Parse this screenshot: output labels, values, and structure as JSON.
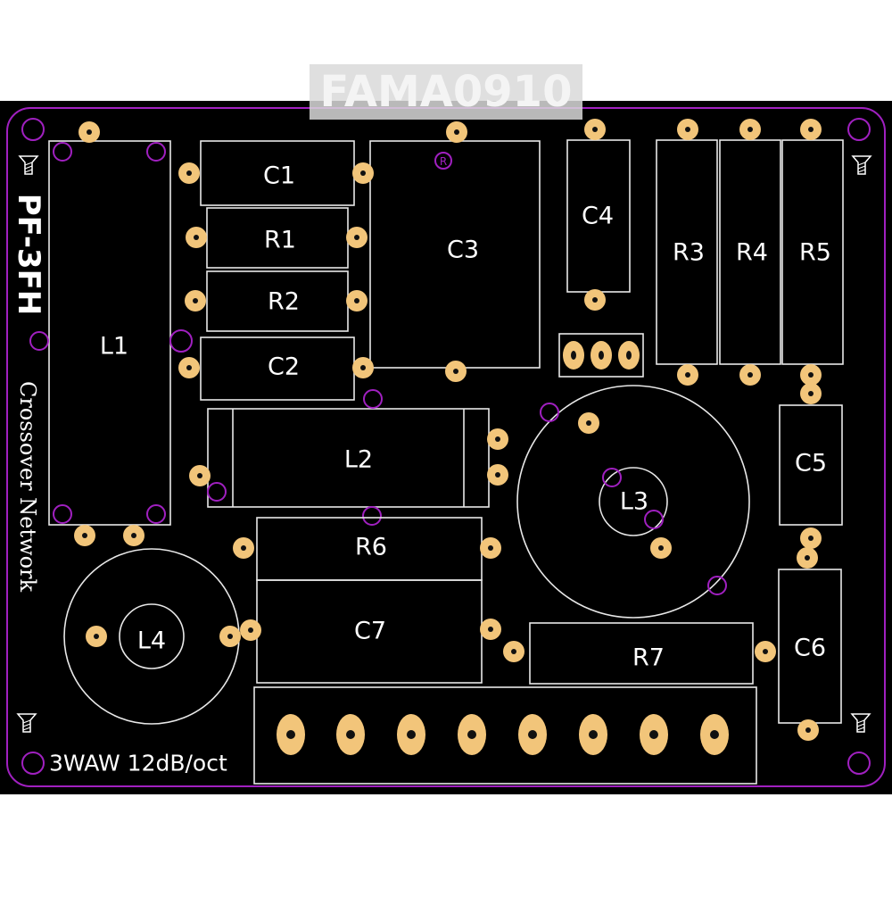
{
  "watermark": "FAMA0910",
  "board": {
    "title": "PF-3FH",
    "subtitle": "Crossover Network",
    "footer": "3WAW 12dB/oct"
  },
  "components": {
    "C1": "C1",
    "R1": "R1",
    "R2": "R2",
    "C2": "C2",
    "C3": "C3",
    "C4": "C4",
    "R3": "R3",
    "R4": "R4",
    "R5": "R5",
    "L1": "L1",
    "L2": "L2",
    "L3": "L3",
    "L4": "L4",
    "R6": "R6",
    "C7": "C7",
    "R7": "R7",
    "C5": "C5",
    "C6": "C6"
  },
  "colors": {
    "board": "#000000",
    "outline": "#a020c0",
    "silkscreen": "#ffffff",
    "pad": "#f2c57a",
    "watermark_bg": "#dcdcdc"
  }
}
